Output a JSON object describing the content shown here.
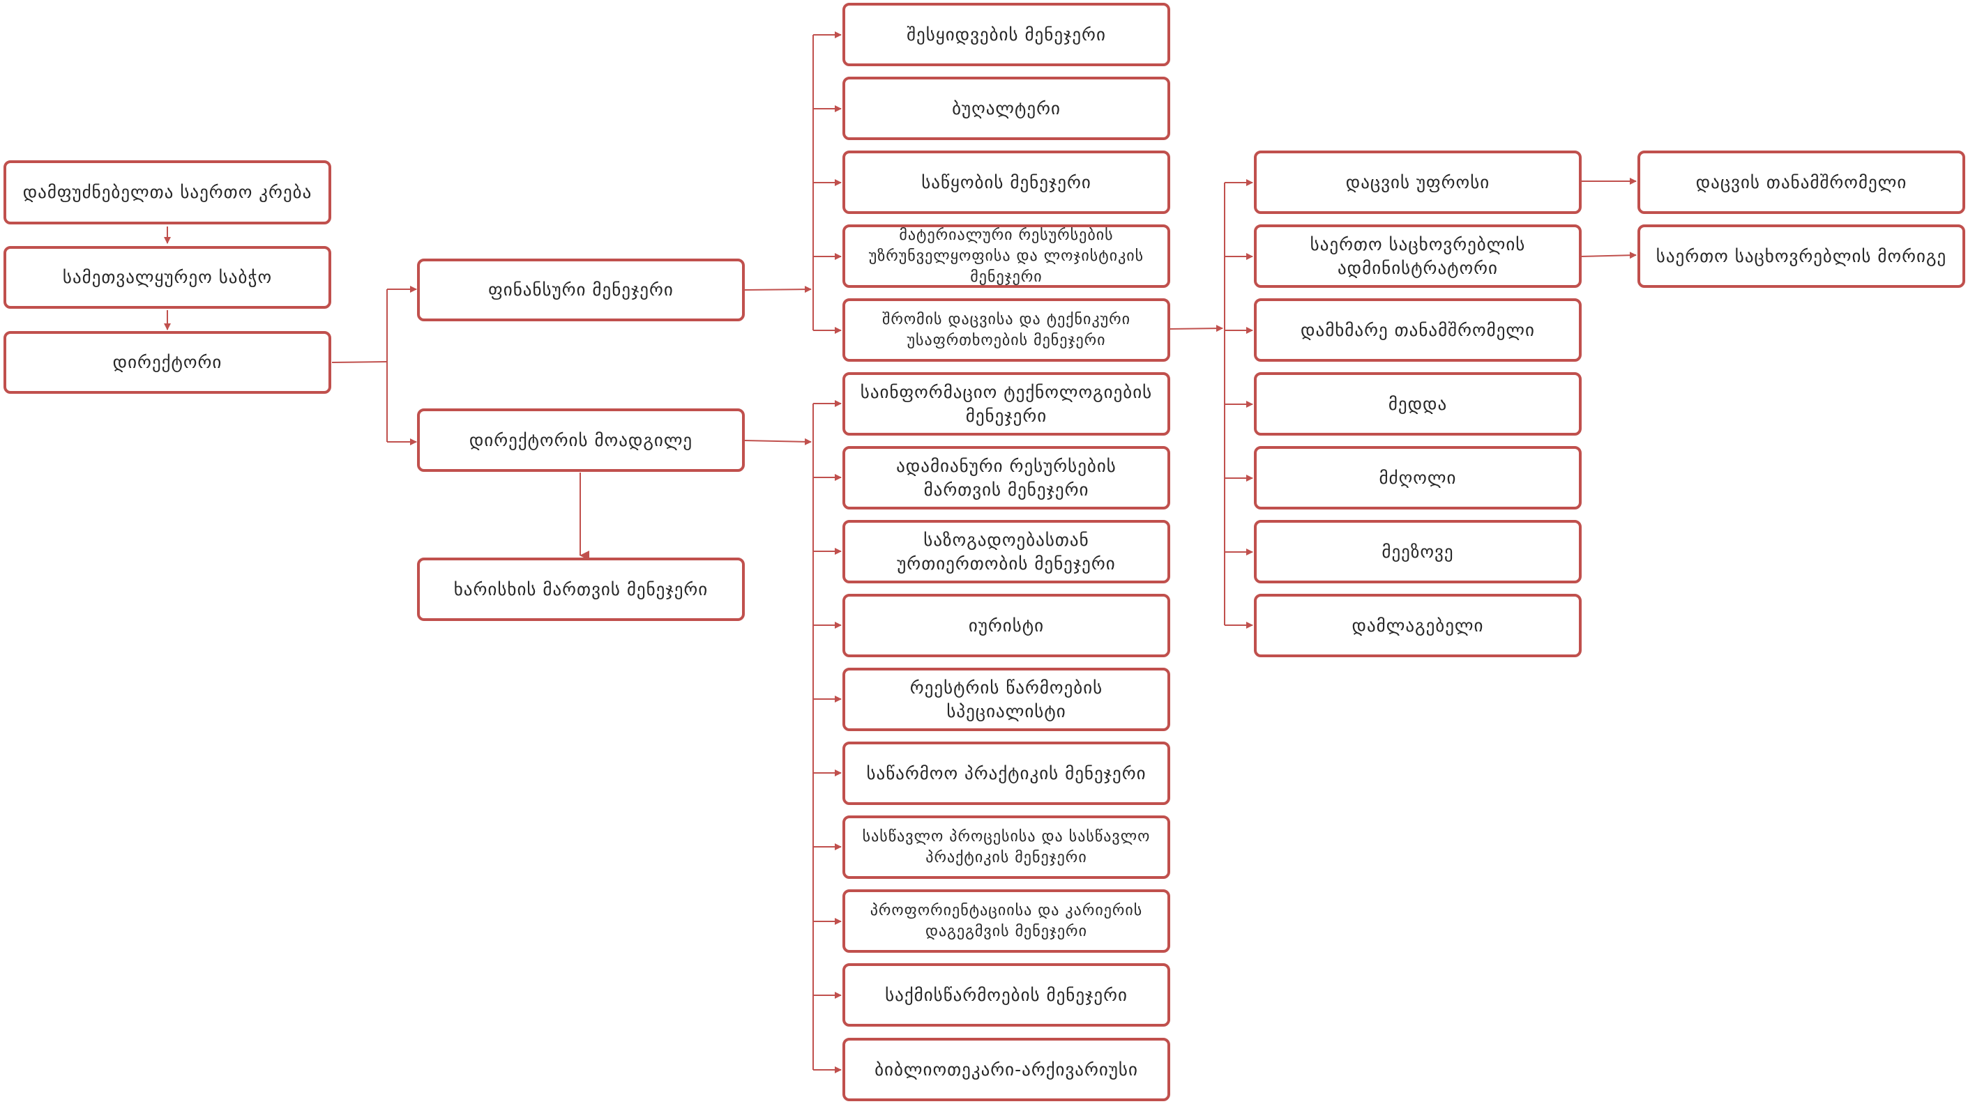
{
  "colors": {
    "accent": "#c0504d",
    "text": "#262626",
    "background": "#ffffff"
  },
  "nodes": {
    "shareholders": "დამფუძნებელთა საერთო კრება",
    "council": "სამეთვალყურეო საბჭო",
    "director": "დირექტორი",
    "finance_manager": "ფინანსური მენეჯერი",
    "deputy_director": "დირექტორის მოადგილე",
    "quality_manager": "ხარისხის მართვის მენეჯერი",
    "procurement_manager": "შესყიდვების მენეჯერი",
    "accountant": "ბუღალტერი",
    "warehouse_manager": "საწყობის მენეჯერი",
    "logistics_manager": "მატერიალური რესურსების უზრუნველყოფისა და ლოჯისტიკის მენეჯერი",
    "safety_manager": "შრომის დაცვისა და ტექნიკური უსაფრთხოების მენეჯერი",
    "it_manager": "საინფორმაციო ტექნოლოგიების მენეჯერი",
    "hr_manager": "ადამიანური რესურსების მართვის მენეჯერი",
    "pr_manager": "საზოგადოებასთან ურთიერთობის მენეჯერი",
    "lawyer": "იურისტი",
    "registry_specialist": "რეესტრის წარმოების სპეციალისტი",
    "practice_manager": "საწარმოო პრაქტიკის მენეჯერი",
    "learning_process_manager": "სასწავლო პროცესისა და სასწავლო პრაქტიკის მენეჯერი",
    "career_manager": "პროფორიენტაციისა და კარიერის დაგეგმვის მენეჯერი",
    "records_manager": "საქმისწარმოების მენეჯერი",
    "librarian": "ბიბლიოთეკარი-არქივარიუსი",
    "security_chief": "დაცვის უფროსი",
    "dorm_admin": "საერთო საცხოვრებლის ადმინისტრატორი",
    "assistant": "დამხმარე თანამშრომელი",
    "nurse": "მედდა",
    "driver": "მძღოლი",
    "gardener": "მეეზოვე",
    "cleaner": "დამლაგებელი",
    "security_staff": "დაცვის თანამშრომელი",
    "dorm_attendant": "საერთო საცხოვრებლის მორიგე"
  }
}
